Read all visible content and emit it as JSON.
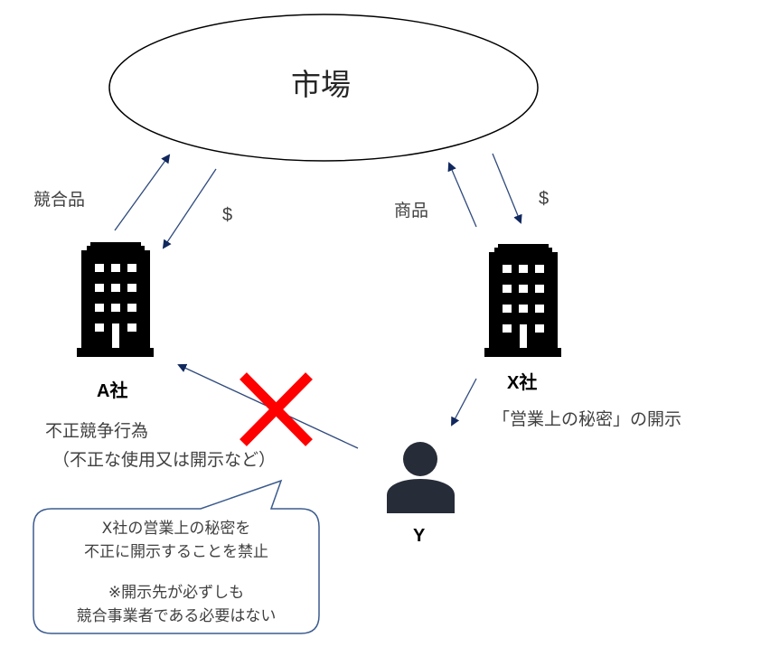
{
  "diagram": {
    "title": "不正競争行為（営業上の秘密の不正開示）",
    "market": {
      "label": "市場"
    },
    "company_a": {
      "label": "A社",
      "icon": "building-icon"
    },
    "company_x": {
      "label": "X社",
      "icon": "building-icon"
    },
    "person_y": {
      "label": "Y",
      "icon": "person-icon"
    },
    "flows": {
      "a_to_market": {
        "label": "競合品"
      },
      "market_to_a": {
        "label": "$"
      },
      "x_to_market": {
        "label": "商品"
      },
      "market_to_x": {
        "label": "$"
      },
      "x_to_y": {
        "label": "「営業上の秘密」の開示"
      },
      "y_to_a": {
        "label_line1": "不正競争行為",
        "label_line2": "（不正な使用又は開示など）",
        "prohibited": true,
        "prohibited_icon": "cross-mark-icon"
      }
    },
    "callout": {
      "line1": "X社の営業上の秘密を",
      "line2": "不正に開示することを禁止",
      "line3": "※開示先が必ずしも",
      "line4": "競合事業者である必要はない"
    },
    "colors": {
      "arrow": "#2f4a7d",
      "arrow_head": "#10285e",
      "cross": "#ff0000",
      "building": "#000000",
      "person": "#262c38",
      "callout_border": "#3b5b8e",
      "text": "#404040"
    }
  }
}
